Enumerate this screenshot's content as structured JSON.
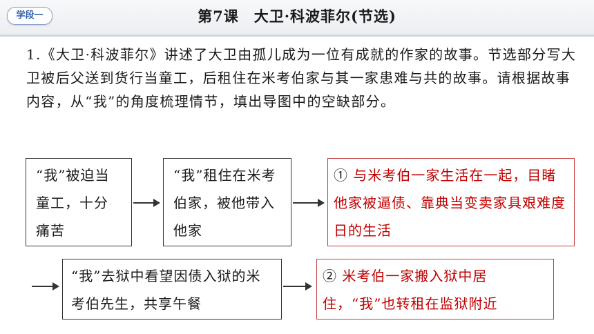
{
  "header": {
    "section_badge": "学段一",
    "title": "第7课　大卫·科波菲尔(节选)"
  },
  "question": {
    "text": "1.《大卫·科波菲尔》讲述了大卫由孤儿成为一位有成就的作家的故事。节选部分写大卫被后父送到货行当童工，后租住在米考伯家与其一家患难与共的故事。请根据故事内容，从“我”的角度梳理情节，填出导图中的空缺部分。"
  },
  "flow": {
    "box1": "“我”被迫当童工，十分痛苦",
    "box2": "“我”租住在米考伯家，被他带入他家",
    "box3_num": "①",
    "box3_answer": "与米考伯一家生活在一起，目睹他家被逼债、靠典当变卖家具艰难度日的生活",
    "box4": "“我”去狱中看望因债入狱的米考伯先生，共享午餐",
    "box5_num": "②",
    "box5_answer": "米考伯一家搬入狱中居住，“我”也转租在监狱附近"
  },
  "colors": {
    "answer_text": "#c00000",
    "answer_border": "#c63a3a",
    "badge": "#2f5fa8"
  }
}
